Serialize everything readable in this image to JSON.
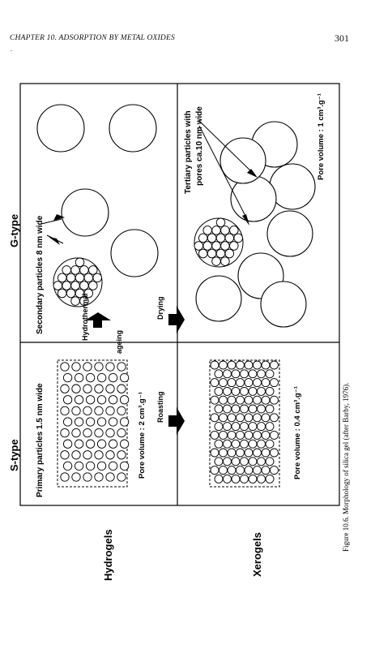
{
  "header": {
    "chapter": "CHAPTER 10. ADSORPTION BY METAL OXIDES",
    "page_number": "301",
    "mark": "."
  },
  "figure": {
    "column_labels": {
      "s_type": "S-type",
      "g_type": "G-type"
    },
    "row_labels": {
      "hydrogels": "Hydrogels",
      "xerogels": "Xerogels"
    },
    "texts": {
      "primary": "Primary particles 1.5 nm wide",
      "primary_pore": "Pore volume : 2 cm³.g⁻¹",
      "secondary": "Secondary particles 8 nm wide",
      "xerogel_pore": "Pore volume : 0.4 cm³.g⁻¹",
      "tertiary_1": "Tertiary particles with",
      "tertiary_2": "pores ca.10 nm wide",
      "g_pore": "Pore volume : 1 cm³.g⁻¹",
      "roasting": "Roasting",
      "drying": "Drying",
      "hydrothermal": "Hydrothermal",
      "ageing": "ageing"
    },
    "caption": "Figure 10.6.   Morphology of silica gel (after Barby, 1976)."
  }
}
